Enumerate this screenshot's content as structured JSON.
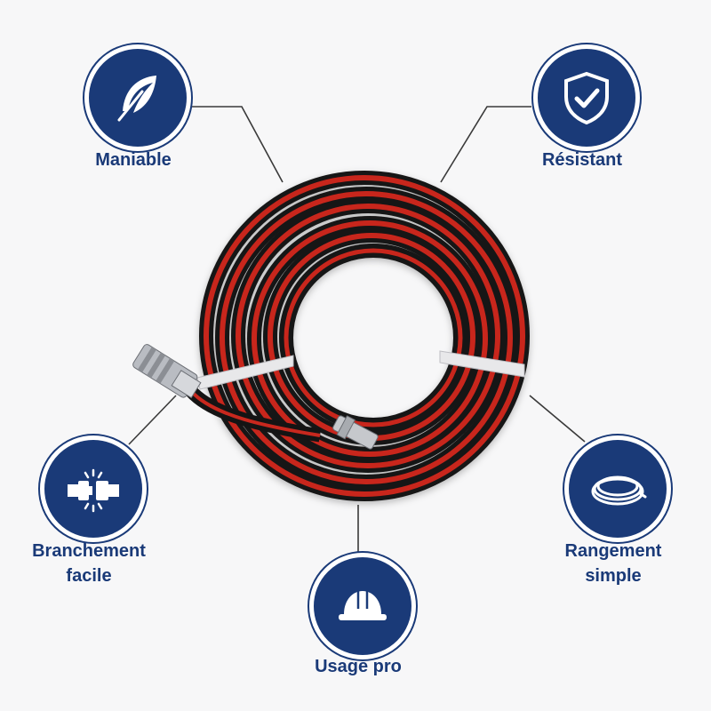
{
  "colors": {
    "navy": "#1a3a78",
    "background": "#f7f7f8",
    "hose_red": "#c8281e",
    "hose_black": "#141414"
  },
  "features": [
    {
      "icon": "feather-icon",
      "label": "Maniable"
    },
    {
      "icon": "shield-check-icon",
      "label": "Résistant"
    },
    {
      "icon": "connector-icon",
      "label_line1": "Branchement",
      "label_line2": "facile"
    },
    {
      "icon": "coiled-hose-icon",
      "label_line1": "Rangement",
      "label_line2": "simple"
    },
    {
      "icon": "hard-hat-icon",
      "label": "Usage pro"
    }
  ]
}
